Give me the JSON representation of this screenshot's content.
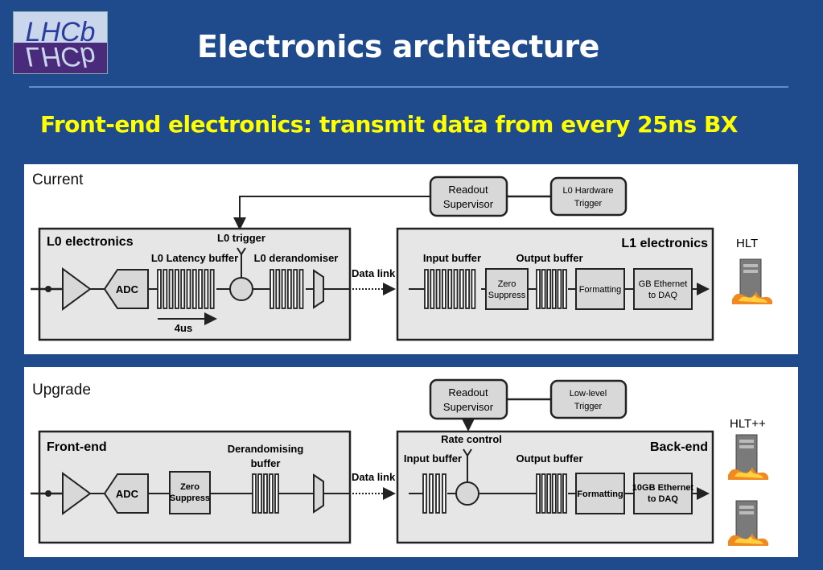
{
  "logo": {
    "text": "LHCb"
  },
  "title": "Electronics architecture",
  "subtitle": "Front-end electronics: transmit data from every 25ns BX",
  "current": {
    "label": "Current",
    "readout": [
      "Readout",
      "Supervisor"
    ],
    "trigger": [
      "L0 Hardware",
      "Trigger"
    ],
    "l0_title": "L0 electronics",
    "l0_trigger": "L0 trigger",
    "latency_buffer": "L0 Latency buffer",
    "derandomiser": "L0 derandomiser",
    "adc": "ADC",
    "latency": "4us",
    "data_link": "Data link",
    "l1_title": "L1 electronics",
    "input_buffer": "Input buffer",
    "output_buffer": "Output buffer",
    "zero_suppress": [
      "Zero",
      "Suppress"
    ],
    "formatting": "Formatting",
    "ethernet": [
      "GB Ethernet",
      "to DAQ"
    ],
    "hlt": "HLT"
  },
  "upgrade": {
    "label": "Upgrade",
    "readout": [
      "Readout",
      "Supervisor"
    ],
    "trigger": [
      "Low-level",
      "Trigger"
    ],
    "fe_title": "Front-end",
    "adc": "ADC",
    "zero_suppress": [
      "Zero",
      "Suppress"
    ],
    "derandomising": [
      "Derandomising",
      "buffer"
    ],
    "data_link": "Data link",
    "be_title": "Back-end",
    "rate_control": "Rate control",
    "input_buffer": "Input buffer",
    "output_buffer": "Output buffer",
    "formatting": "Formatting",
    "ethernet": [
      "10GB Ethernet",
      "to DAQ"
    ],
    "hlt": "HLT++"
  }
}
